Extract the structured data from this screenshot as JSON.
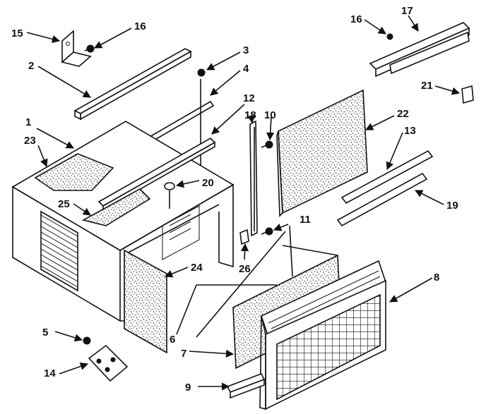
{
  "figure": {
    "type": "exploded parts diagram",
    "ink_color": "#111111",
    "background_color": "#ffffff"
  },
  "callouts": {
    "c1": "1",
    "c2": "2",
    "c3": "3",
    "c4": "4",
    "c5": "5",
    "c6": "6",
    "c7": "7",
    "c8": "8",
    "c9": "9",
    "c10": "10",
    "c11": "11",
    "c12": "12",
    "c13": "13",
    "c14": "14",
    "c15": "15",
    "c16a": "16",
    "c16b": "16",
    "c17": "17",
    "c18": "18",
    "c19": "19",
    "c20": "20",
    "c21": "21",
    "c22": "22",
    "c23": "23",
    "c24": "24",
    "c25": "25",
    "c26": "26"
  }
}
